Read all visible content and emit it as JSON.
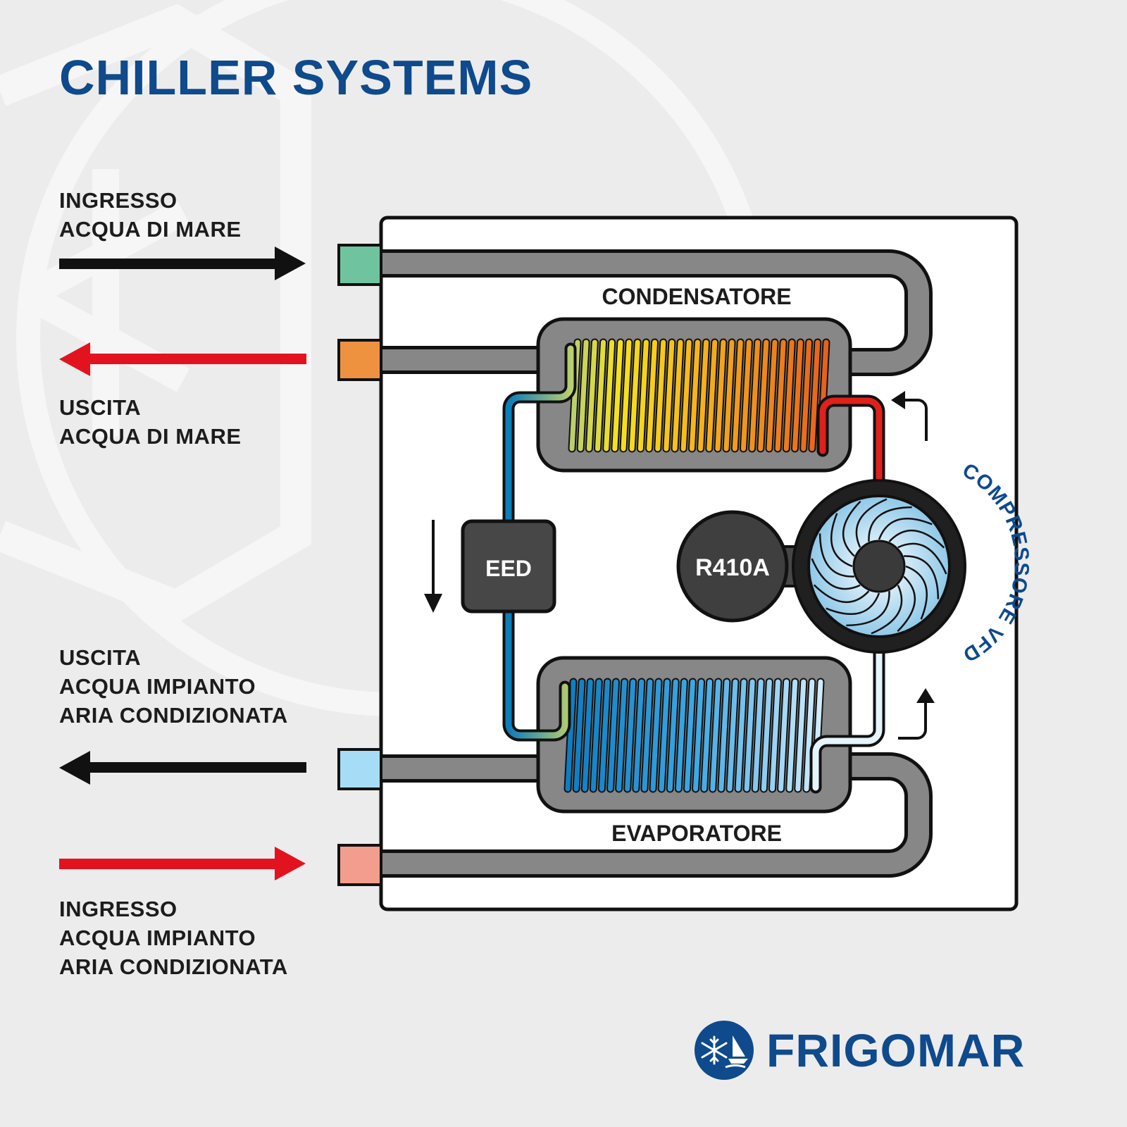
{
  "title": "CHILLER SYSTEMS",
  "left_labels": {
    "seawater_in": [
      "INGRESSO",
      "ACQUA DI MARE"
    ],
    "seawater_out": [
      "USCITA",
      "ACQUA DI MARE"
    ],
    "ac_water_out": [
      "USCITA",
      "ACQUA IMPIANTO",
      "ARIA CONDIZIONATA"
    ],
    "ac_water_in": [
      "INGRESSO",
      "ACQUA IMPIANTO",
      "ARIA CONDIZIONATA"
    ]
  },
  "components": {
    "condenser": "CONDENSATORE",
    "evaporator": "EVAPORATORE",
    "expansion_device": "EED",
    "refrigerant": "R410A",
    "compressor": "COMPRESSORE VFD"
  },
  "brand": {
    "name": "FRIGOMAR"
  },
  "colors": {
    "title_blue": "#0e4a8c",
    "arrow_black": "#111111",
    "arrow_red": "#e2131e",
    "pipe_gray": "#878787",
    "port_green": "#6fc49f",
    "port_orange": "#ee9240",
    "port_light_blue": "#a7dcf6",
    "port_salmon": "#f29d8d",
    "hot_line": "#e0201b",
    "cold_line": "#0b7dba"
  }
}
